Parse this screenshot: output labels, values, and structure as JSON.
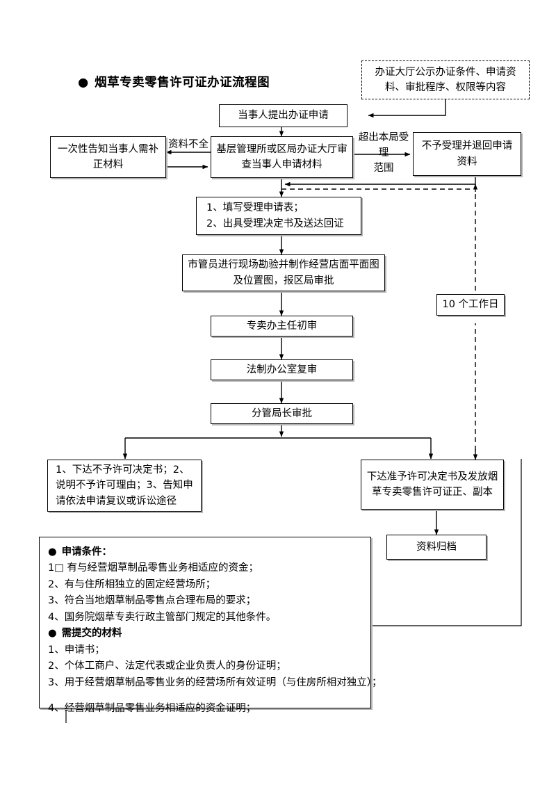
{
  "title": "烟草专卖零售许可证办证流程图",
  "title_bullet": "●",
  "nodes": {
    "public_notice": "办证大厅公示办证条件、申请资料、审批程序、权限等内容",
    "apply": "当事人提出办证申请",
    "notify_fix": "一次性告知当事人需补正材料",
    "review": "基层管理所或区局办证大厅审查当事人申请材料",
    "reject_return": "不予受理并退回申请资料",
    "accept_steps_1": "1、填写受理申请表；",
    "accept_steps_2": "2、出具受理决定书及送达回证",
    "site_survey": "市管员进行现场勘验并制作经营店面平面图及位置图，报区局审批",
    "first_review": "专卖办主任初审",
    "legal_review": "法制办公室复审",
    "director_approve": "分管局长审批",
    "working_days": "10 个工作日",
    "deny": "1、下达不予许可决定书；2、说明不予许可理由；3、告知申请依法申请复议或诉讼途径",
    "grant": "下达准予许可决定书及发放烟草专卖零售许可证正、副本",
    "archive": "资料归档"
  },
  "edge_labels": {
    "incomplete": "资料不全",
    "out_of_scope_1": "超出本局受理",
    "out_of_scope_2": "范围"
  },
  "info_panel": {
    "bullet": "●",
    "conditions_heading": "申请条件：",
    "conditions": [
      "1□ 有与经营烟草制品零售业务相适应的资金；",
      "2、有与住所相独立的固定经营场所；",
      "3、符合当地烟草制品零售点合理布局的要求；",
      "4、国务院烟草专卖行政主管部门规定的其他条件。"
    ],
    "materials_heading": "需提交的材料",
    "materials": [
      "1、申请书；",
      "2、个体工商户、法定代表或企业负责人的身份证明；",
      "3、用于经营烟草制品零售业务的经营场所有效证明（与住房所相对独立）；"
    ],
    "materials_last": "4、经营烟草制品零售业务相适应的资金证明；"
  }
}
